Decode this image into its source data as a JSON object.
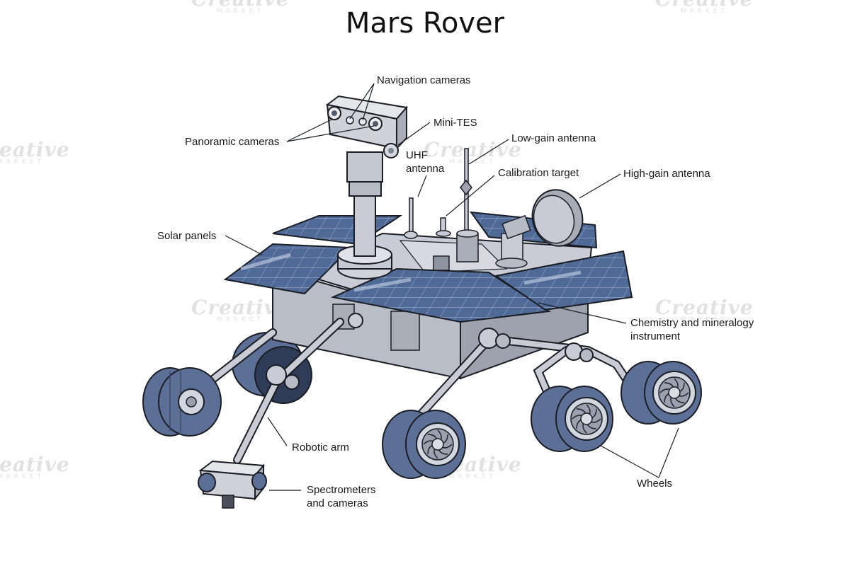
{
  "title": "Mars Rover",
  "labels": {
    "navigation_cameras": "Navigation cameras",
    "mini_tes": "Mini-TES",
    "panoramic_cameras": "Panoramic cameras",
    "low_gain_antenna": "Low-gain antenna",
    "uhf_antenna": [
      "UHF",
      "antenna"
    ],
    "calibration_target": "Calibration target",
    "high_gain_antenna": "High-gain antenna",
    "solar_panels": "Solar panels",
    "chemistry_instrument": [
      "Chemistry and mineralogy",
      "instrument"
    ],
    "robotic_arm": "Robotic arm",
    "spectrometers": [
      "Spectrometers",
      "and cameras"
    ],
    "wheels": "Wheels"
  },
  "watermark": {
    "brand": "Creative",
    "sub": "MARKET"
  },
  "colors": {
    "body": "#b8bcc6",
    "body_dark": "#8e93a0",
    "solar": "#4e6894",
    "solar_light": "#8aa0c6",
    "wheel": "#5c6f96",
    "metal": "#d3d6dd",
    "outline": "#1a1d24"
  }
}
